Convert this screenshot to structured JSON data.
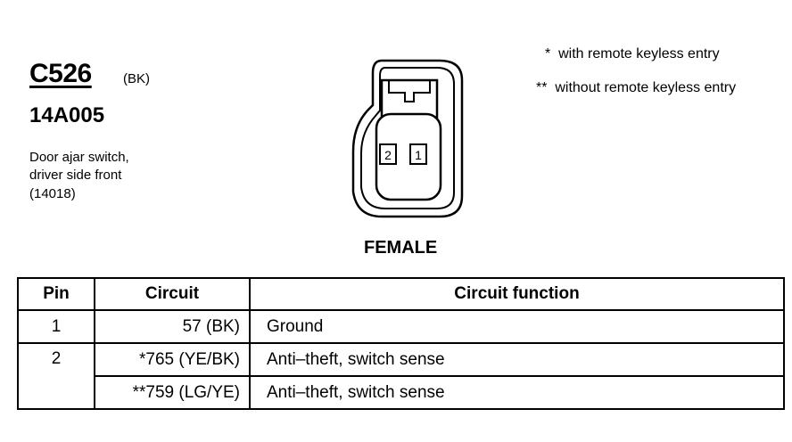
{
  "connector": {
    "id": "C526",
    "color": "(BK)",
    "part_number": "14A005",
    "description_lines": [
      "Door ajar switch,",
      "driver side front",
      "(14018)"
    ]
  },
  "legend": {
    "with_remote": "*  with remote keyless entry",
    "without_remote": "**  without remote keyless entry"
  },
  "diagram": {
    "pin_labels": [
      "2",
      "1"
    ],
    "view_label": "FEMALE"
  },
  "table": {
    "headers": [
      "Pin",
      "Circuit",
      "Circuit function"
    ],
    "rows": [
      {
        "pin": "1",
        "circuit": "57 (BK)",
        "function": "Ground"
      },
      {
        "pin": "2",
        "circuit": "*765 (YE/BK)",
        "function": "Anti–theft, switch sense"
      },
      {
        "pin": "",
        "circuit": "**759 (LG/YE)",
        "function": "Anti–theft, switch sense"
      }
    ]
  }
}
